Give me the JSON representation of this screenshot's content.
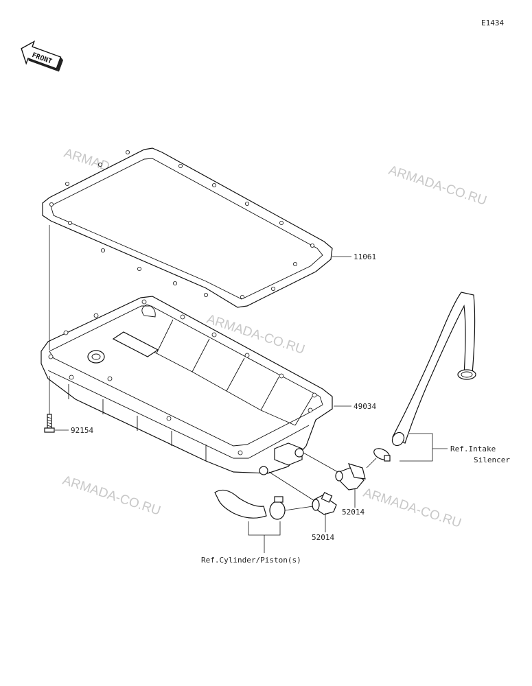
{
  "diagram_code": "E1434",
  "front_label": "FRONT",
  "watermark_text": "ARMADA-CO.RU",
  "callouts": {
    "gasket": "11061",
    "oil_pan": "49034",
    "bolt": "92154",
    "fitting_upper": "52014",
    "fitting_lower": "52014"
  },
  "references": {
    "intake_line1": "Ref.Intake",
    "intake_line2": "Silencer",
    "cylinder": "Ref.Cylinder/Piston(s)"
  }
}
